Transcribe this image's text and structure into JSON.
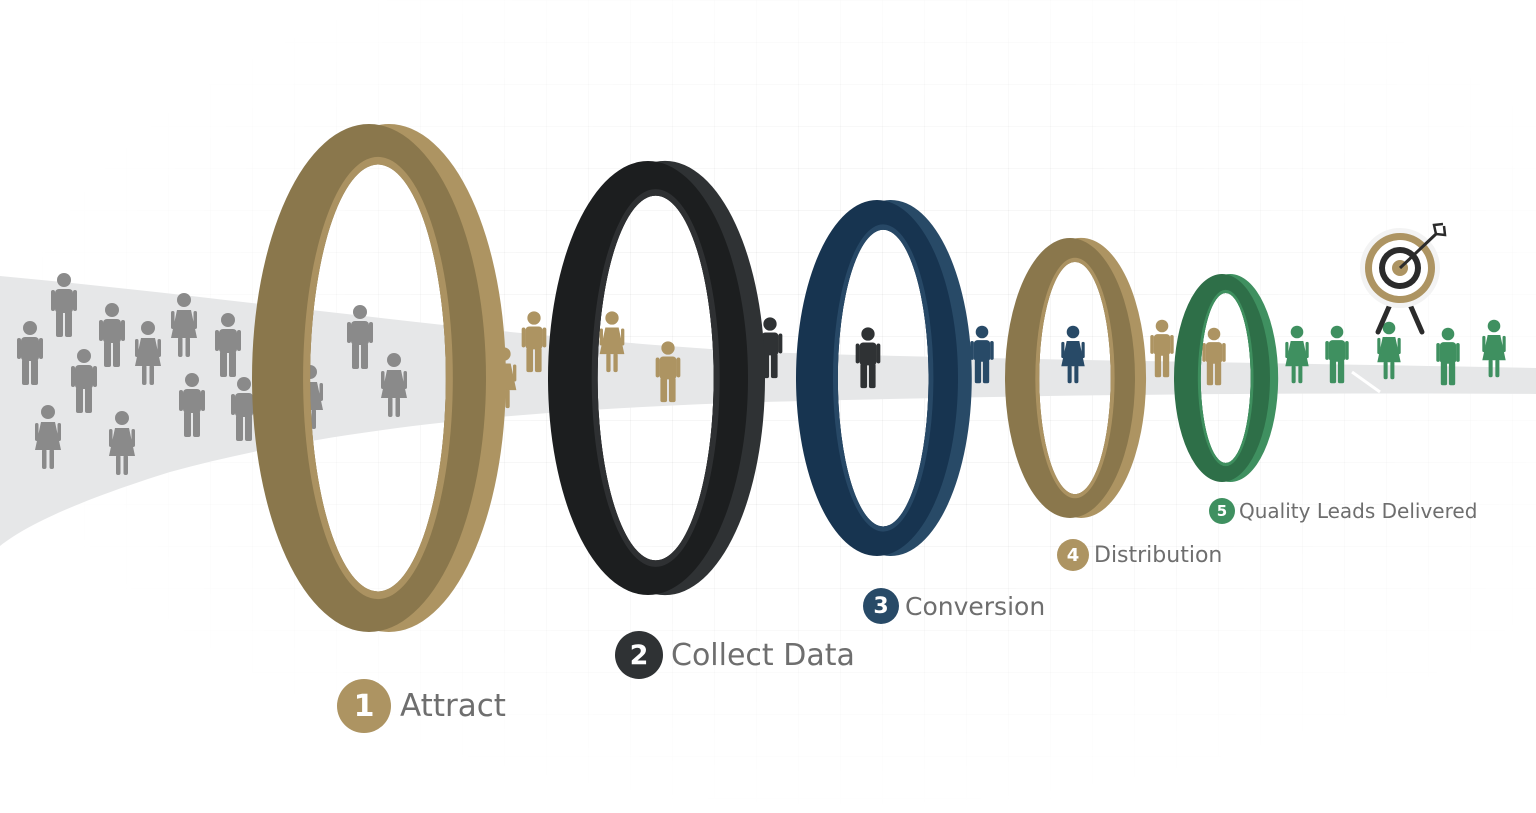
{
  "colors": {
    "gray": "#8a8a8a",
    "gold": "#ad9462",
    "gold_dark": "#8a774c",
    "charcoal": "#2f3234",
    "charcoal_dark": "#1c1e1f",
    "navy": "#284a67",
    "navy_dark": "#173450",
    "green": "#3f9060",
    "green_dark": "#2e6f48",
    "path": "#e6e7e8",
    "label": "#6e6e6e"
  },
  "icons": {
    "person": "person-icon",
    "target": "target-icon",
    "arrow": "arrow-icon"
  },
  "stages": [
    {
      "number": "1",
      "label": "Attract",
      "color": "#ad9462"
    },
    {
      "number": "2",
      "label": "Collect Data",
      "color": "#2f3234"
    },
    {
      "number": "3",
      "label": "Conversion",
      "color": "#284a67"
    },
    {
      "number": "4",
      "label": "Distribution",
      "color": "#ad9462"
    },
    {
      "number": "5",
      "label": "Quality Leads Delivered",
      "color": "#3f9060"
    }
  ]
}
